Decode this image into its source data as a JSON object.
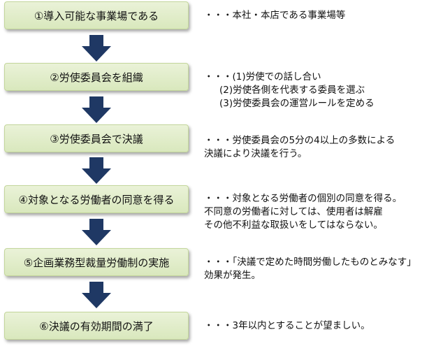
{
  "steps": [
    {
      "label": "①導入可能な事業場である"
    },
    {
      "label": "②労使委員会を組織"
    },
    {
      "label": "③労使委員会で決議"
    },
    {
      "label": "④対象となる労働者の同意を得る"
    },
    {
      "label": "⑤企画業務型裁量労働制の実施"
    },
    {
      "label": "⑥決議の有効期間の満了"
    }
  ],
  "notes": [
    {
      "lines": [
        "・・・本社・本店である事業場等"
      ]
    },
    {
      "lines": [
        "・・・(1)労使での話し合い",
        "(2)労使各側を代表する委員を選ぶ",
        "(3)労使委員会の運営ルールを定める"
      ]
    },
    {
      "lines": [
        "・・・労使委員会の5分の4以上の多数による",
        "決議により決議を行う。"
      ]
    },
    {
      "lines": [
        "・・・対象となる労働者の個別の同意を得る。",
        "不同意の労働者に対しては、使用者は解雇",
        "その他不利益な取扱いをしてはならない。"
      ]
    },
    {
      "lines": [
        "・・・「決議で定めた時間労働したものとみなす」",
        "効果が発生。"
      ]
    },
    {
      "lines": [
        "・・・3年以内とすることが望ましい。"
      ]
    }
  ],
  "colors": {
    "box_fill": "#d9e8bd",
    "box_border": "#c3d69b",
    "arrow": "#1f3864"
  }
}
